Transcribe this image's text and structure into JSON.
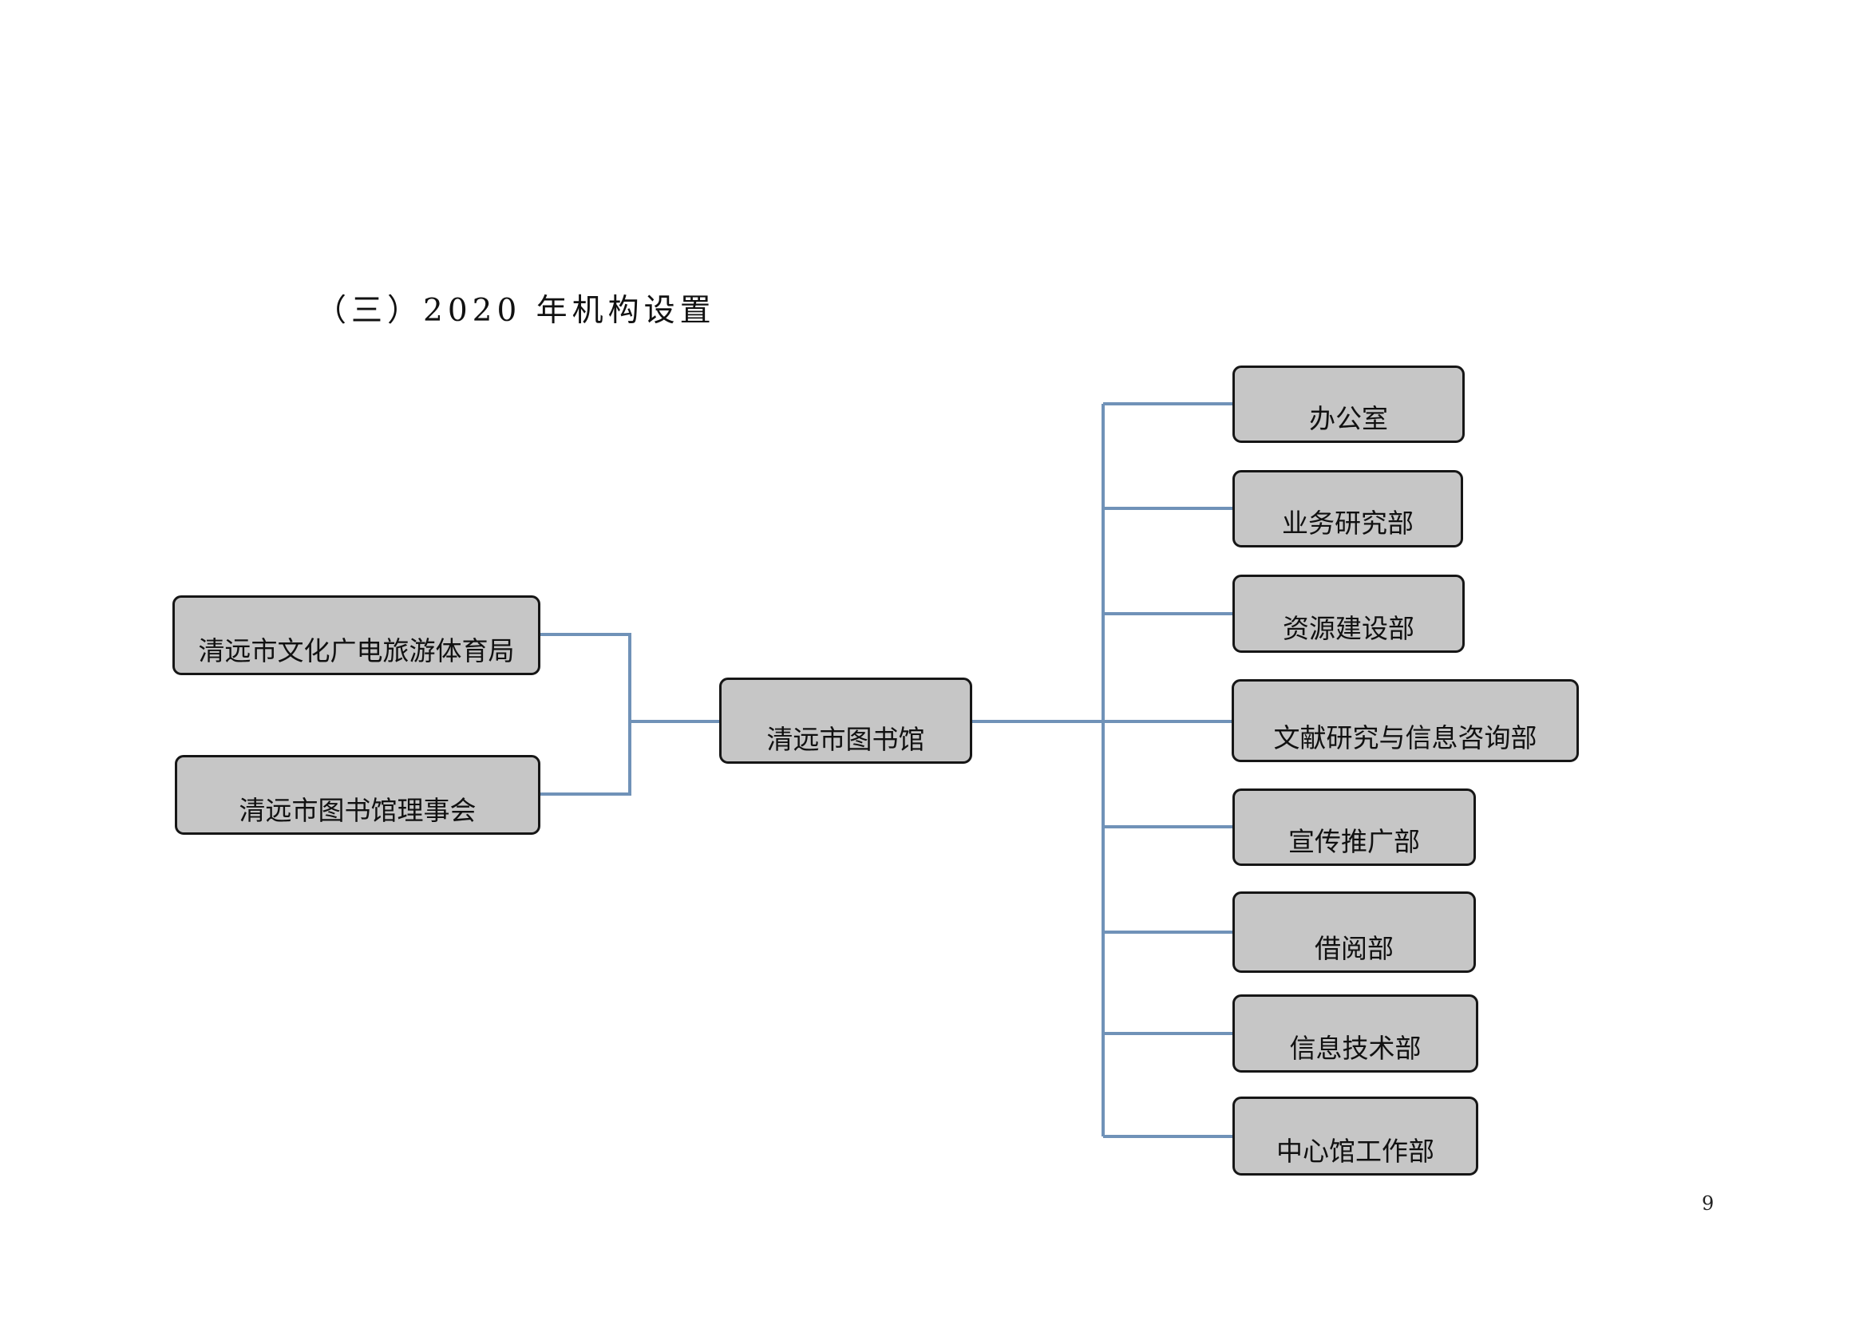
{
  "heading": "（三）2020 年机构设置",
  "org_chart": {
    "supervisors": [
      "清远市文化广电旅游体育局",
      "清远市图书馆理事会"
    ],
    "center": "清远市图书馆",
    "departments": [
      "办公室",
      "业务研究部",
      "资源建设部",
      "文献研究与信息咨询部",
      "宣传推广部",
      "借阅部",
      "信息技术部",
      "中心馆工作部"
    ],
    "connector_color": "#7092b8",
    "box_fill_color": "#c6c6c6"
  },
  "page_number": "9"
}
